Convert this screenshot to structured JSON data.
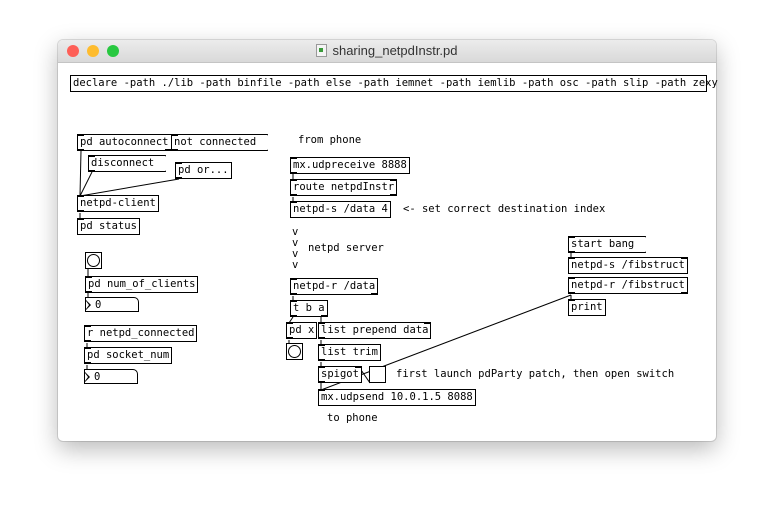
{
  "window": {
    "title": "sharing_netpdInstr.pd",
    "file_icon": "pd-file-icon",
    "traffic_lights": [
      "#fe5f57",
      "#febc2e",
      "#28c840"
    ]
  },
  "objects": {
    "declare": "declare -path ./lib -path binfile -path else -path iemnet -path iemlib -path osc -path slip -path zexy",
    "pd_autoconnect": "pd autoconnect",
    "not_connected": "not connected",
    "disconnect": "disconnect",
    "pd_or": "pd or...",
    "netpd_client": "netpd-client",
    "pd_status": "pd status",
    "pd_num_of_clients": "pd num_of_clients",
    "r_netpd_connected": "r netpd_connected",
    "pd_socket_num": "pd socket_num",
    "mx_udpreceive": "mx.udpreceive 8888",
    "route": "route netpdInstr",
    "netpd_s_data": "netpd-s /data 4",
    "netpd_r_data": "netpd-r /data",
    "t_b_a": "t b a",
    "pd_x": "pd x",
    "list_prepend": "list prepend data",
    "list_trim": "list trim",
    "spigot": "spigot",
    "mx_udpsend": "mx.udpsend 10.0.1.5 8088",
    "start_bang": "start bang",
    "netpd_s_fib": "netpd-s /fibstruct",
    "netpd_r_fib": "netpd-r /fibstruct",
    "print": "print"
  },
  "numbers": {
    "num_clients": "0",
    "socket_num": "0"
  },
  "toggle": {
    "state": "off"
  },
  "comments": {
    "from_phone": "from phone",
    "set_index": "<- set correct destination index",
    "v": "v",
    "netpd_server": "netpd server",
    "first_launch": "first launch pdParty patch, then open switch",
    "to_phone": "to phone"
  }
}
